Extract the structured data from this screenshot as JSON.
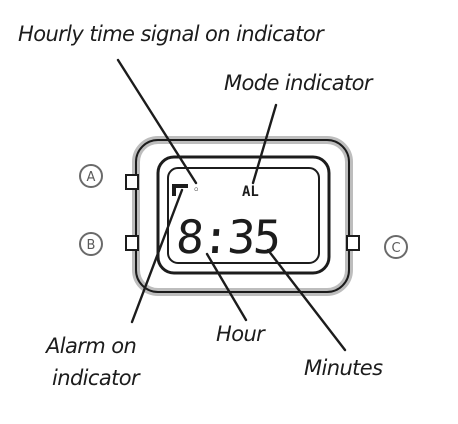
{
  "labels": {
    "hourly_signal": "Hourly time signal on indicator",
    "mode": "Mode indicator",
    "alarm_line1": "Alarm on",
    "alarm_line2": "indicator",
    "hour": "Hour",
    "minutes": "Minutes"
  },
  "buttons": {
    "a": "A",
    "b": "B",
    "c": "C"
  },
  "display": {
    "mode_text": "AL",
    "time": "8:35"
  },
  "colors": {
    "ink": "#1c1c1c",
    "case_gray": "#bdbdbd",
    "background": "#ffffff"
  }
}
